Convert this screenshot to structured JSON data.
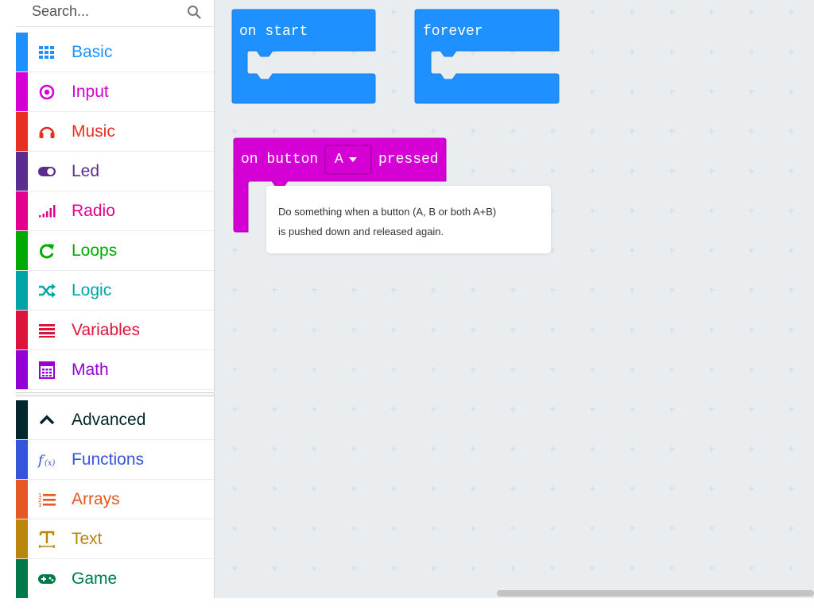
{
  "search": {
    "placeholder": "Search..."
  },
  "categories": [
    {
      "label": "Basic",
      "icon": "grid-icon",
      "color": "#1e90ff"
    },
    {
      "label": "Input",
      "icon": "target-icon",
      "color": "#d400d4"
    },
    {
      "label": "Music",
      "icon": "headphones-icon",
      "color": "#e63022"
    },
    {
      "label": "Led",
      "icon": "toggle-icon",
      "color": "#5c2d91"
    },
    {
      "label": "Radio",
      "icon": "signal-bars-icon",
      "color": "#e3008c"
    },
    {
      "label": "Loops",
      "icon": "loop-arrow-icon",
      "color": "#00aa00"
    },
    {
      "label": "Logic",
      "icon": "shuffle-icon",
      "color": "#00a4a6"
    },
    {
      "label": "Variables",
      "icon": "lines-icon",
      "color": "#dc143c"
    },
    {
      "label": "Math",
      "icon": "calculator-icon",
      "color": "#9400d3"
    }
  ],
  "advanced_categories": [
    {
      "label": "Advanced",
      "icon": "chevron-up-icon",
      "color": "#00272b"
    },
    {
      "label": "Functions",
      "icon": "function-icon",
      "color": "#3455db"
    },
    {
      "label": "Arrays",
      "icon": "numbered-list-icon",
      "color": "#e65722"
    },
    {
      "label": "Text",
      "icon": "text-icon",
      "color": "#b8860b"
    },
    {
      "label": "Game",
      "icon": "gamepad-icon",
      "color": "#007a4b"
    }
  ],
  "blocks": {
    "on_start": {
      "label": "on start",
      "color": "#1e90ff"
    },
    "forever": {
      "label": "forever",
      "color": "#1e90ff"
    },
    "on_button": {
      "prefix": "on button",
      "dropdown_value": "A",
      "suffix": "pressed",
      "color": "#d400d4"
    }
  },
  "tooltip": {
    "line1": "Do something when a button (A, B or both A+B)",
    "line2": "is pushed down and released again."
  }
}
